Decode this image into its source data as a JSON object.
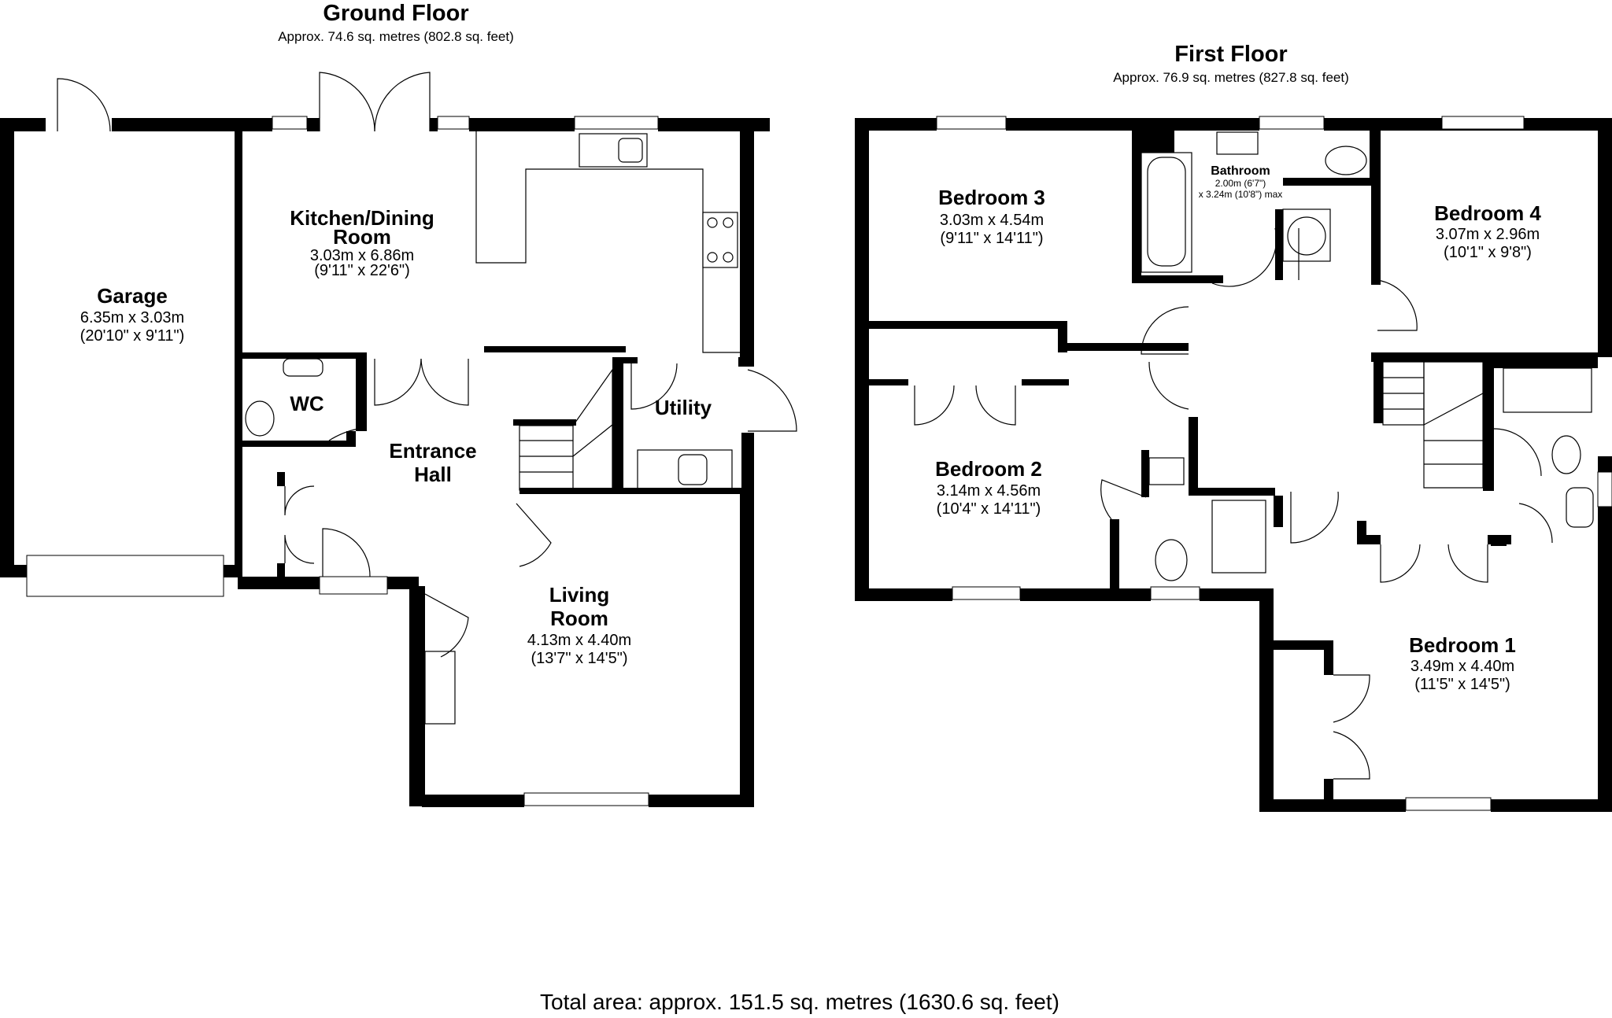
{
  "ground_floor": {
    "title": "Ground Floor",
    "area": "Approx. 74.6 sq. metres (802.8 sq. feet)",
    "rooms": [
      {
        "id": "garage",
        "name": "Garage",
        "metric": "6.35m x 3.03m",
        "imperial": "(20'10\" x 9'11\")"
      },
      {
        "id": "kitchen",
        "name_line1": "Kitchen/Dining",
        "name_line2": "Room",
        "metric": "3.03m x 6.86m",
        "imperial": "(9'11\" x 22'6\")"
      },
      {
        "id": "wc",
        "name": "WC"
      },
      {
        "id": "entrance",
        "name_line1": "Entrance",
        "name_line2": "Hall"
      },
      {
        "id": "utility",
        "name": "Utility"
      },
      {
        "id": "living",
        "name_line1": "Living",
        "name_line2": "Room",
        "metric": "4.13m x 4.40m",
        "imperial": "(13'7\" x 14'5\")"
      }
    ]
  },
  "first_floor": {
    "title": "First Floor",
    "area": "Approx. 76.9 sq. metres (827.8 sq. feet)",
    "rooms": [
      {
        "id": "bedroom3",
        "name": "Bedroom 3",
        "metric": "3.03m x 4.54m",
        "imperial": "(9'11\" x 14'11\")"
      },
      {
        "id": "bathroom",
        "name": "Bathroom",
        "metric": "2.00m (6'7\")",
        "imperial": "x 3.24m (10'8\") max"
      },
      {
        "id": "bedroom4",
        "name": "Bedroom 4",
        "metric": "3.07m x 2.96m",
        "imperial": "(10'1\" x 9'8\")"
      },
      {
        "id": "bedroom2",
        "name": "Bedroom 2",
        "metric": "3.14m x 4.56m",
        "imperial": "(10'4\" x 14'11\")"
      },
      {
        "id": "bedroom1",
        "name": "Bedroom 1",
        "metric": "3.49m x 4.40m",
        "imperial": "(11'5\" x 14'5\")"
      }
    ]
  },
  "total_area": "Total area: approx. 151.5 sq. metres (1630.6 sq. feet)"
}
